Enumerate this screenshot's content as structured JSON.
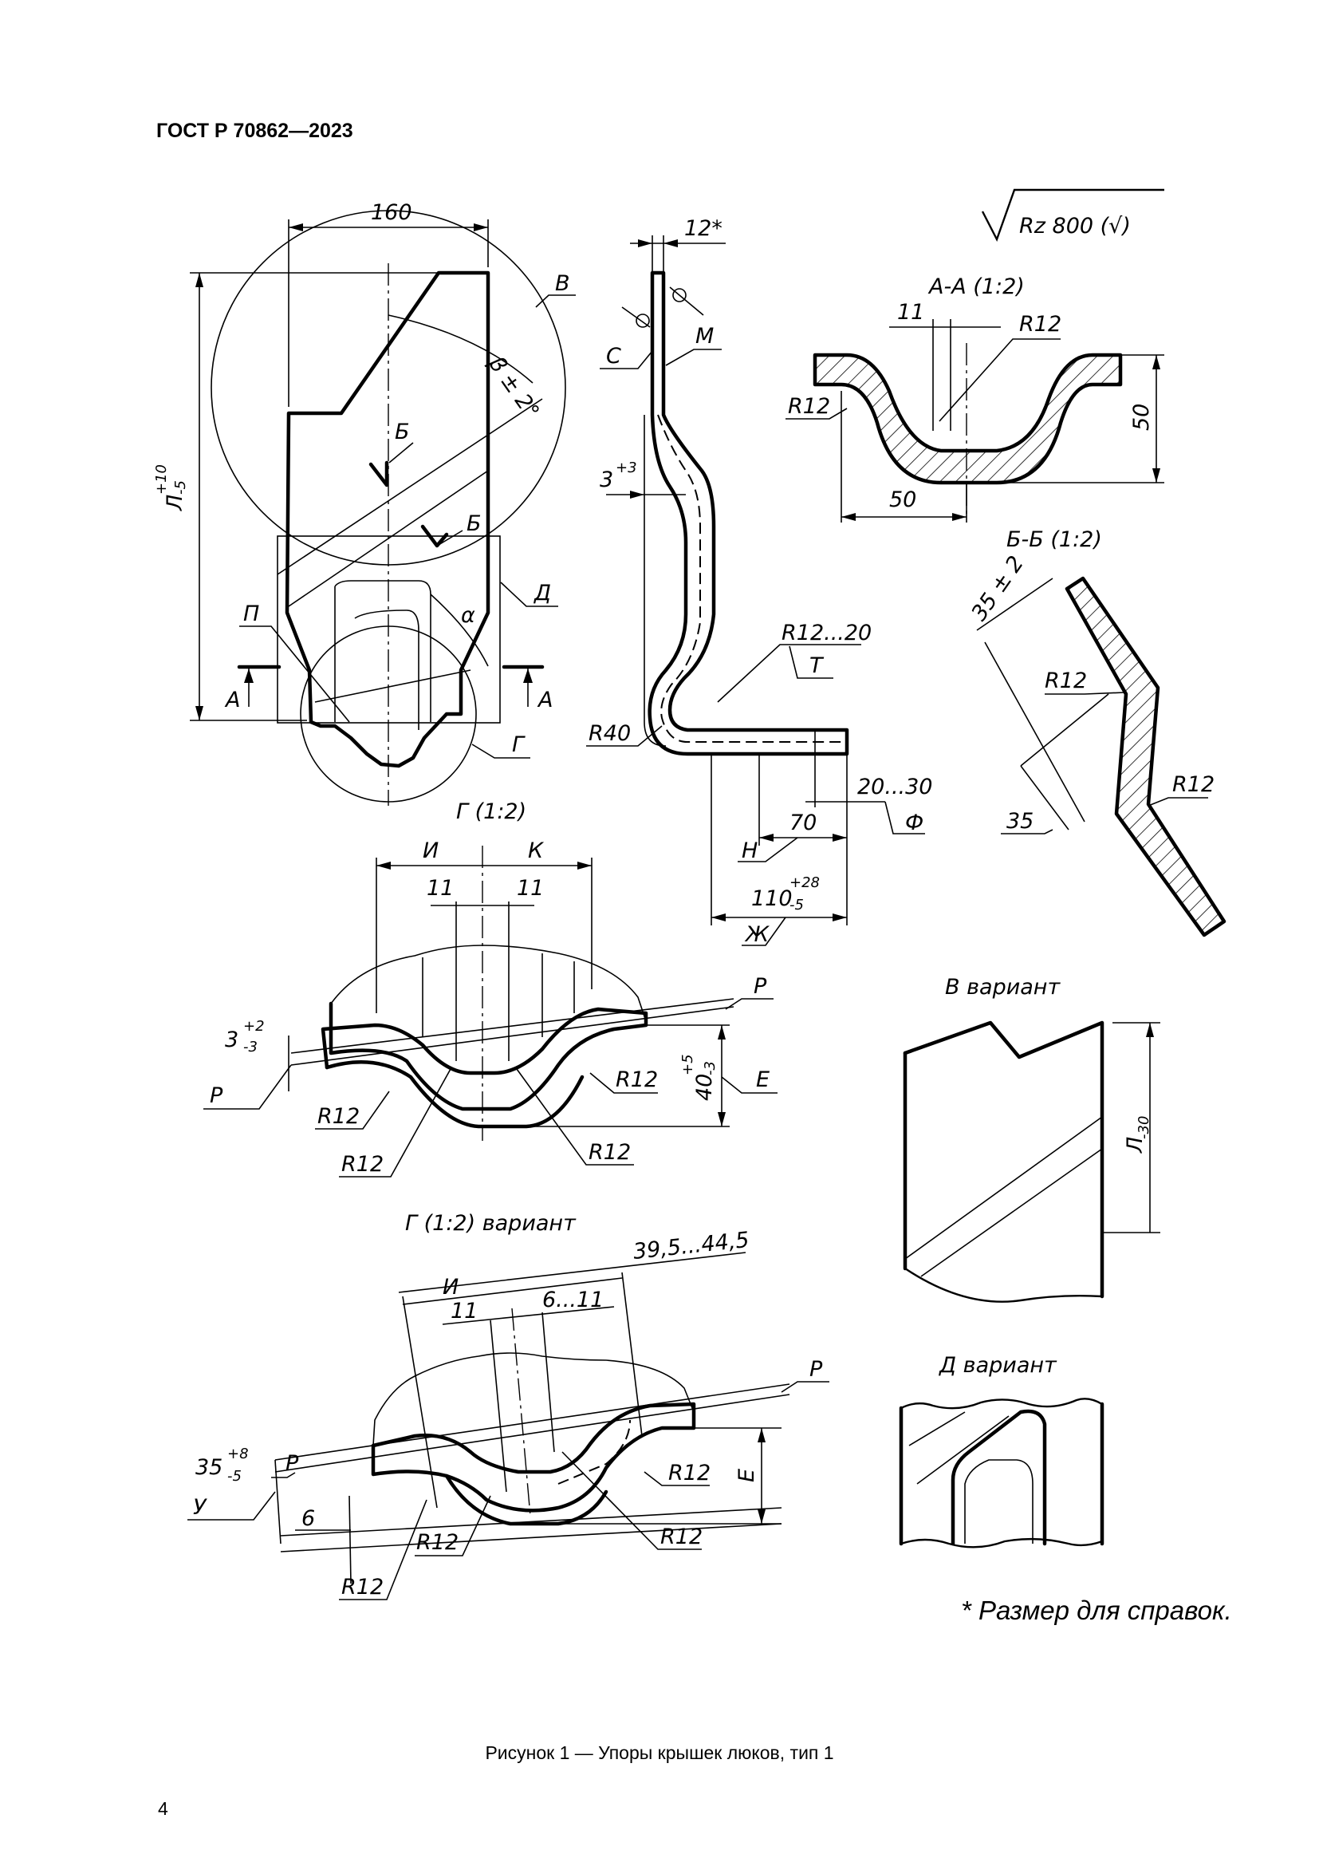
{
  "header": {
    "standard": "ГОСТ Р 70862—2023"
  },
  "footnote": {
    "text": "* Размер для справок."
  },
  "caption": {
    "text": "Рисунок 1 — Упоры крышек люков, тип 1"
  },
  "page_number": {
    "text": "4"
  },
  "roughness": {
    "text": "Rz 800 (√)"
  },
  "main_view": {
    "width_dim": "160",
    "length_dim": "Л",
    "length_tol_upper": "+10",
    "length_tol_lower": "-5",
    "label_v": "В",
    "angle_beta": "β ± 2°",
    "label_b1": "Б",
    "label_b2": "Б",
    "label_d": "Д",
    "label_p": "П",
    "angle_alpha": "α",
    "label_a_left": "А",
    "label_a_right": "А",
    "label_g": "Г"
  },
  "side_view": {
    "thickness_dim": "12*",
    "label_s": "С",
    "label_m": "М",
    "offset_dim": "3",
    "offset_tol": "+3",
    "radius_t_dim": "R12...20",
    "label_t": "Т",
    "radius_40": "R40",
    "range_dim": "20...30",
    "label_f": "Ф",
    "dim_70": "70",
    "label_n": "Н",
    "dim_110": "110",
    "dim_110_tol_upper": "+28",
    "dim_110_tol_lower": "-5",
    "label_zh": "Ж"
  },
  "section_aa": {
    "title": "А-А (1:2)",
    "dim_11": "11",
    "radius_top": "R12",
    "radius_left": "R12",
    "height": "50",
    "width": "50"
  },
  "section_bb": {
    "title": "Б-Б (1:2)",
    "dim_top": "35 ± 2",
    "radius_upper": "R12",
    "radius_lower": "R12",
    "dim_bottom": "35"
  },
  "detail_g": {
    "title": "Г (1:2)",
    "label_i": "И",
    "label_k": "К",
    "dim_11_left": "11",
    "dim_11_right": "11",
    "label_r_right": "Р",
    "dim_3": "3",
    "dim_3_tol_upper": "+2",
    "dim_3_tol_lower": "-3",
    "label_r_left": "Р",
    "radius_right": "R12",
    "dim_40": "40",
    "dim_40_tol_upper": "+5",
    "dim_40_tol_lower": "-3",
    "label_e": "Е",
    "radius_left_upper": "R12",
    "radius_left_lower": "R12",
    "radius_bottom_right": "R12"
  },
  "detail_g_variant": {
    "title": "Г (1:2) вариант",
    "dim_range": "39,5...44,5",
    "label_i": "И",
    "dim_11": "11",
    "dim_6_11": "6...11",
    "label_r_right": "Р",
    "dim_35": "35",
    "dim_35_tol_upper": "+8",
    "dim_35_tol_lower": "-5",
    "label_r_left": "Р",
    "label_u": "У",
    "dim_6": "6",
    "radius_right": "R12",
    "label_e": "Е",
    "radius_bottom": "R12",
    "radius_left_upper": "R12",
    "radius_left_lower": "R12"
  },
  "variant_v": {
    "title": "В вариант",
    "length_dim": "Л",
    "length_tol": "-30"
  },
  "variant_d": {
    "title": "Д вариант"
  }
}
